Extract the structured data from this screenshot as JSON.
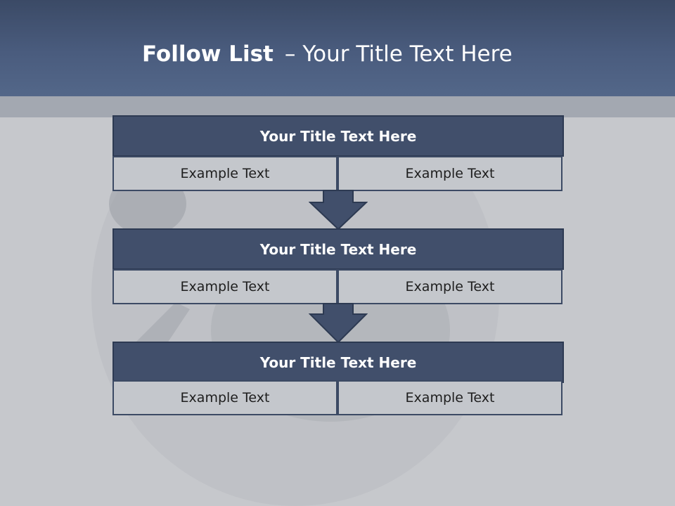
{
  "slide": {
    "title_bold": "Follow List",
    "title_separator": "–",
    "title_rest": "Your Title Text Here"
  },
  "blocks": [
    {
      "title": "Your Title Text Here",
      "left": "Example Text",
      "right": "Example Text"
    },
    {
      "title": "Your Title Text Here",
      "left": "Example Text",
      "right": "Example Text"
    },
    {
      "title": "Your Title Text Here",
      "left": "Example Text",
      "right": "Example Text"
    }
  ],
  "colors": {
    "header": "#4a5c7e",
    "box_title": "#414f6b",
    "box_cell": "#c4c7cc",
    "arrow": "#414f6b"
  },
  "icons": [
    "arrow-down-icon",
    "arrow-down-icon"
  ]
}
